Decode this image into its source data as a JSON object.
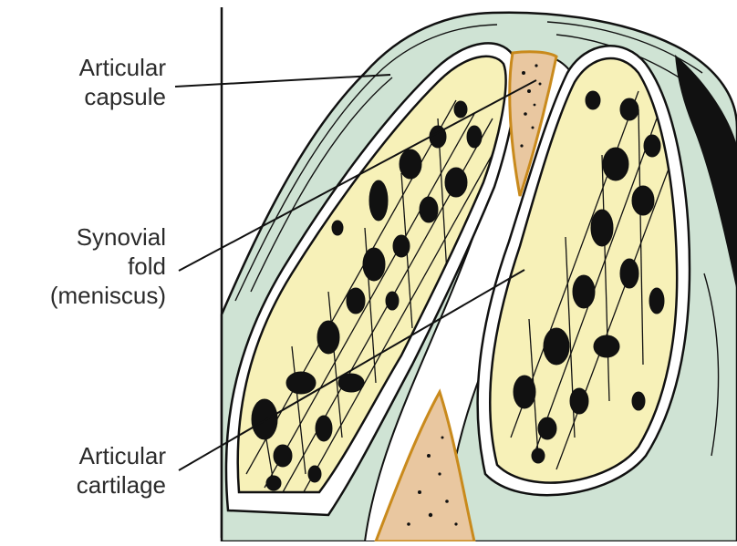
{
  "labels": {
    "capsule": [
      "Articular",
      "capsule"
    ],
    "synovial": [
      "Synovial",
      "fold",
      "(meniscus)"
    ],
    "cartilage": [
      "Articular",
      "cartilage"
    ]
  },
  "colors": {
    "capsule": "#cfe3d4",
    "cartilage": "#ffffff",
    "bone": "#f7f1b8",
    "fold": "#e9c7a0",
    "fold_border": "#c98a1c",
    "ink": "#111111"
  }
}
